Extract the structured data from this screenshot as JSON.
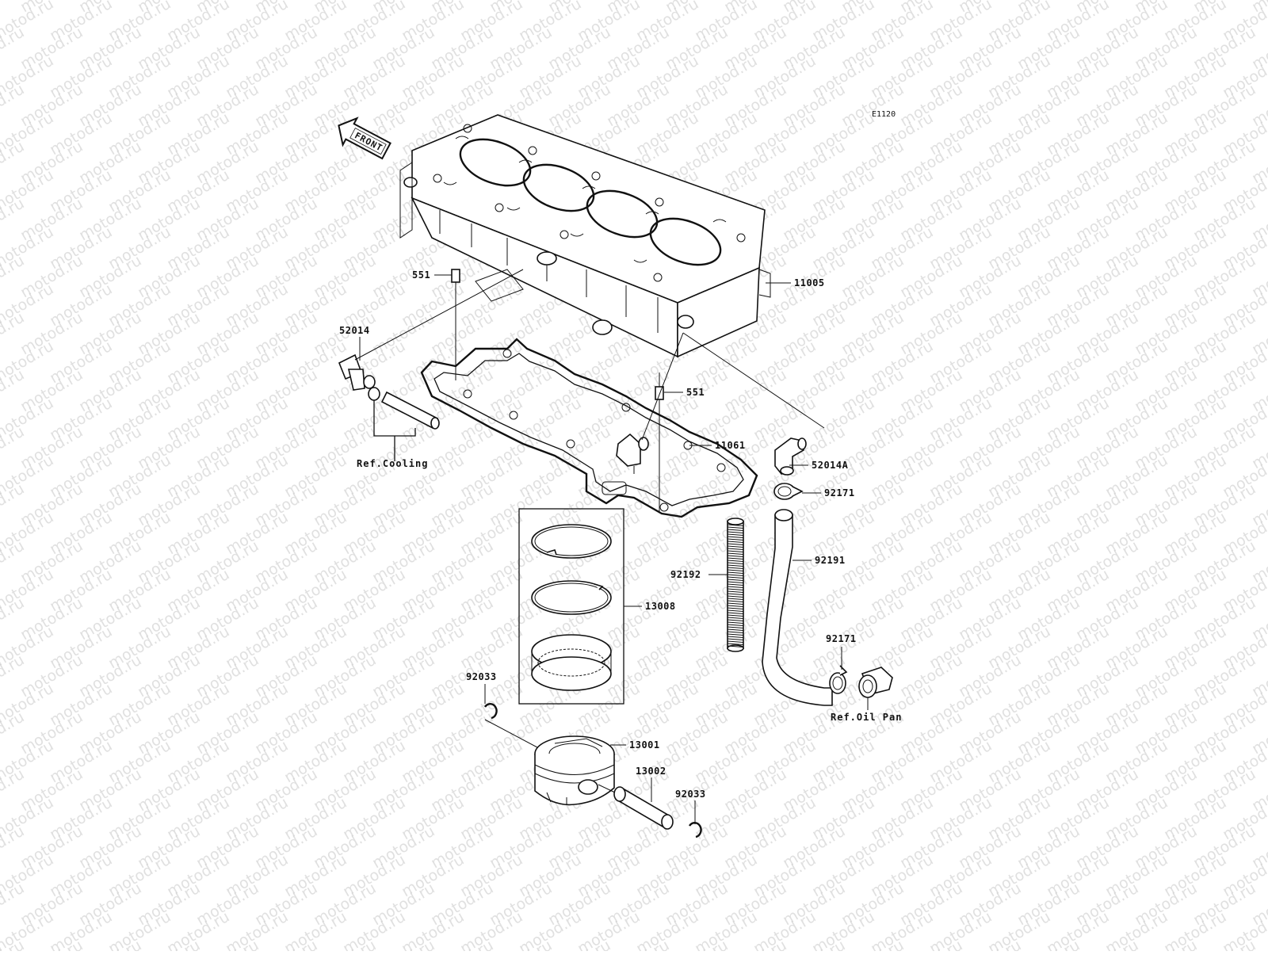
{
  "diagram": {
    "code": "E1120",
    "front_label": "FRONT",
    "watermark": "motod.ru",
    "labels": {
      "p11005": "11005",
      "p551a": "551",
      "p551b": "551",
      "p52014": "52014",
      "p11061": "11061",
      "p52014A": "52014A",
      "p92171a": "92171",
      "p92191": "92191",
      "p92192": "92192",
      "p13008": "13008",
      "p92171b": "92171",
      "p92033a": "92033",
      "p13001": "13001",
      "p13002": "13002",
      "p92033b": "92033"
    },
    "refs": {
      "cooling": "Ref.Cooling",
      "oil_pan": "Ref.Oil Pan"
    }
  }
}
